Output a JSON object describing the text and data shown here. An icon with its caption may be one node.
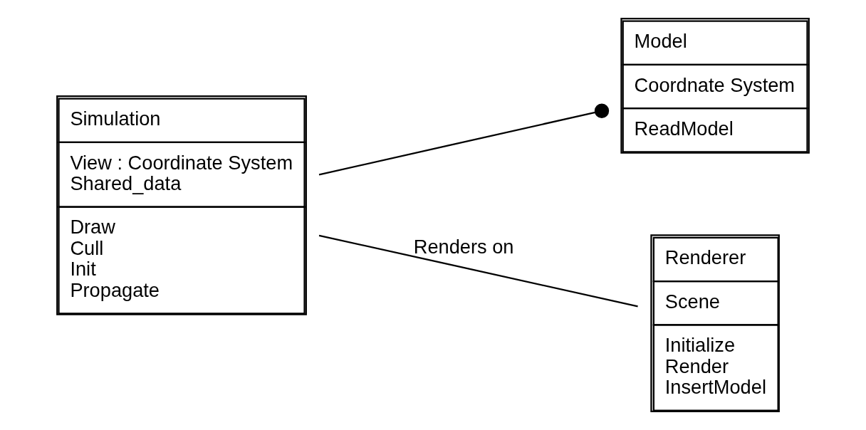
{
  "diagram": {
    "nodes": [
      {
        "text": [
          "Model",
          "Coordnate System",
          "ReadModel"
        ]
      },
      {
        "text": [
          "Simulation",
          "View : Coordinate System",
          "Shared_data",
          "Draw",
          "Cull",
          "Init",
          "Propagate"
        ]
      },
      {
        "text": [
          "Renderer",
          "Scene",
          "Initialize",
          "Render",
          "InsertModel"
        ]
      }
    ],
    "edges": [
      {
        "from": 1,
        "to": 0,
        "arrow": "other"
      },
      {
        "from": 1,
        "to": 2,
        "arrow": "none",
        "label": "Renders on"
      }
    ]
  }
}
